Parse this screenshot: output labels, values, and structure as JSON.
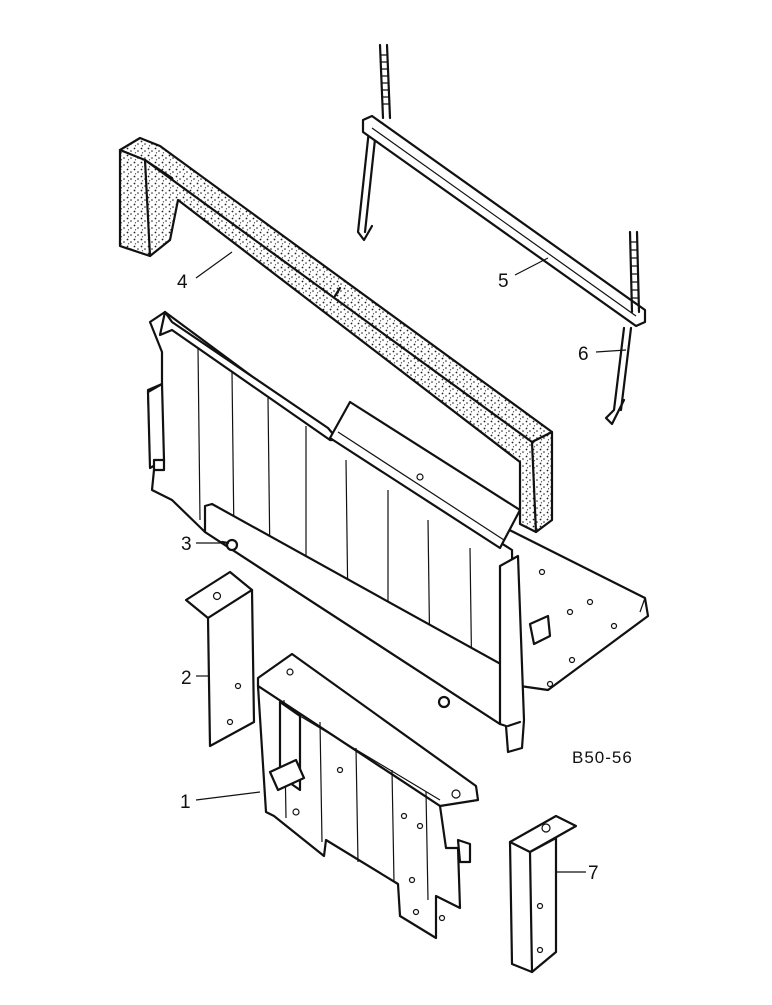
{
  "figure_code": "B50-56",
  "callouts": [
    {
      "id": "1",
      "text": "1"
    },
    {
      "id": "2",
      "text": "2"
    },
    {
      "id": "3",
      "text": "3"
    },
    {
      "id": "4",
      "text": "4"
    },
    {
      "id": "5",
      "text": "5"
    },
    {
      "id": "6",
      "text": "6"
    },
    {
      "id": "7",
      "text": "7"
    }
  ]
}
